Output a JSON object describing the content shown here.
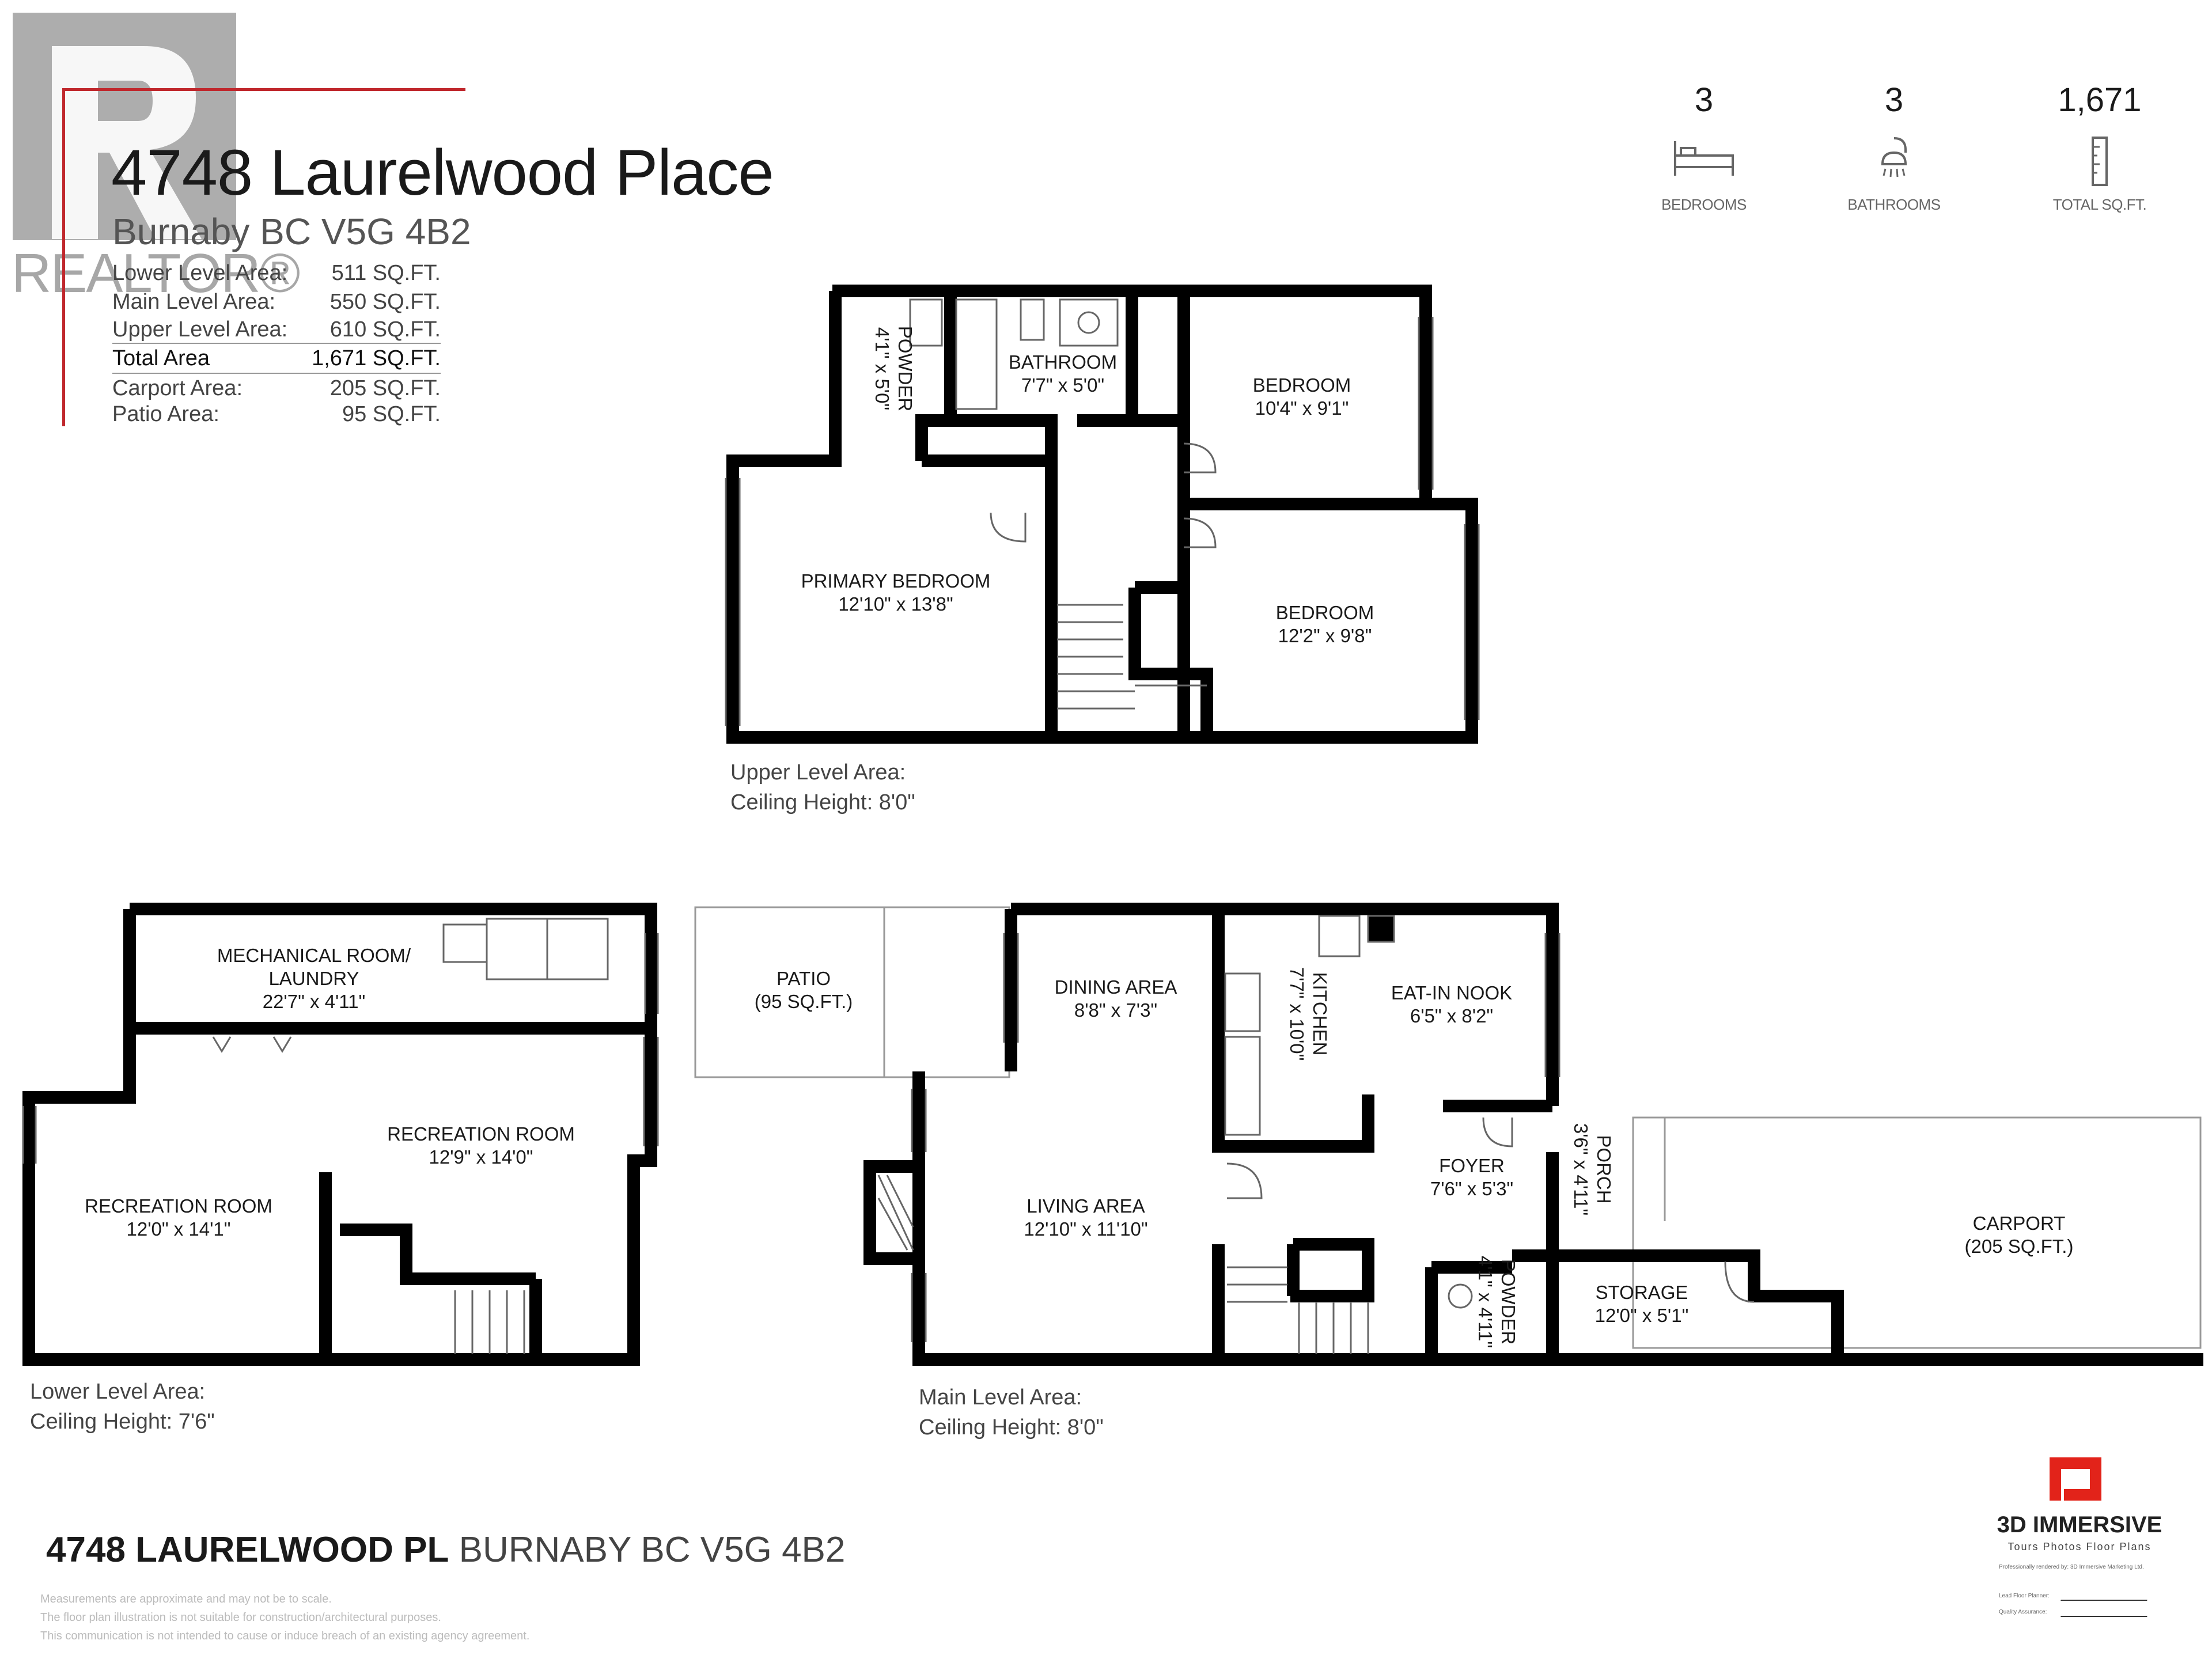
{
  "header": {
    "title": "4748 Laurelwood Place",
    "subtitle": "Burnaby BC V5G 4B2",
    "logo_text": "REALTOR®",
    "areas": [
      {
        "label": "Lower Level Area:",
        "value": "511 SQ.FT."
      },
      {
        "label": "Main Level Area:",
        "value": "550 SQ.FT."
      },
      {
        "label": "Upper Level Area:",
        "value": "610 SQ.FT."
      },
      {
        "label": "Total Area",
        "value": "1,671 SQ.FT."
      },
      {
        "label": "Carport Area:",
        "value": "205 SQ.FT."
      },
      {
        "label": "Patio Area:",
        "value": "95 SQ.FT."
      }
    ]
  },
  "stats": [
    {
      "value": "3",
      "label": "BEDROOMS",
      "icon": "bed-icon"
    },
    {
      "value": "3",
      "label": "BATHROOMS",
      "icon": "shower-icon"
    },
    {
      "value": "1,671",
      "label": "TOTAL SQ.FT.",
      "icon": "ruler-icon"
    }
  ],
  "upper": {
    "note_area": "Upper Level Area:",
    "note_ceiling": "Ceiling Height: 8'0\"",
    "rooms": {
      "powder_name": "POWDER",
      "powder_dim": "4'1\" x 5'0\"",
      "bath_name": "BATHROOM",
      "bath_dim": "7'7\" x 5'0\"",
      "bed1_name": "BEDROOM",
      "bed1_dim": "10'4\" x 9'1\"",
      "primary_name": "PRIMARY BEDROOM",
      "primary_dim": "12'10\" x 13'8\"",
      "bed2_name": "BEDROOM",
      "bed2_dim": "12'2\" x 9'8\""
    }
  },
  "lower": {
    "note_area": "Lower Level Area:",
    "note_ceiling": "Ceiling Height: 7'6\"",
    "rooms": {
      "mech_name1": "MECHANICAL ROOM/",
      "mech_name2": "LAUNDRY",
      "mech_dim": "22'7\" x 4'11\"",
      "rec1_name": "RECREATION ROOM",
      "rec1_dim": "12'0\" x 14'1\"",
      "rec2_name": "RECREATION ROOM",
      "rec2_dim": "12'9\" x 14'0\""
    }
  },
  "main": {
    "note_area": "Main Level Area:",
    "note_ceiling": "Ceiling Height: 8'0\"",
    "rooms": {
      "patio_name": "PATIO",
      "patio_dim": "(95 SQ.FT.)",
      "dining_name": "DINING AREA",
      "dining_dim": "8'8\" x 7'3\"",
      "kitchen_name": "KITCHEN",
      "kitchen_dim": "7'7\" x 10'0\"",
      "nook_name": "EAT-IN NOOK",
      "nook_dim": "6'5\" x 8'2\"",
      "living_name": "LIVING AREA",
      "living_dim": "12'10\" x 11'10\"",
      "foyer_name": "FOYER",
      "foyer_dim": "7'6\" x 5'3\"",
      "porch_name": "PORCH",
      "porch_dim": "3'6\" x 4'11\"",
      "powder_name": "POWDER",
      "powder_dim": "4'1\" x 4'11\"",
      "storage_name": "STORAGE",
      "storage_dim": "12'0\" x 5'1\"",
      "carport_name": "CARPORT",
      "carport_dim": "(205 SQ.FT.)"
    }
  },
  "footer": {
    "address_bold": "4748 LAURELWOOD PL",
    "address_rest": "BURNABY BC V5G 4B2",
    "disclaimer": [
      "Measurements are approximate and may not be to scale.",
      "The floor plan illustration is not suitable for construction/architectural purposes.",
      "This communication is not intended to cause or induce breach of an existing agency agreement."
    ],
    "brand_name": "3D IMMERSIVE",
    "brand_tagline": "Tours  Photos  Floor Plans",
    "brand_line": "Professionally rendered by: 3D Immersive Marketing Ltd.",
    "planner_label": "Lead Floor Planner:",
    "qa_label": "Quality Assurance:",
    "colors": {
      "brand_red": "#e2231a",
      "realtor_grey": "#8a8a8a",
      "accent_red": "#c0282d"
    }
  }
}
